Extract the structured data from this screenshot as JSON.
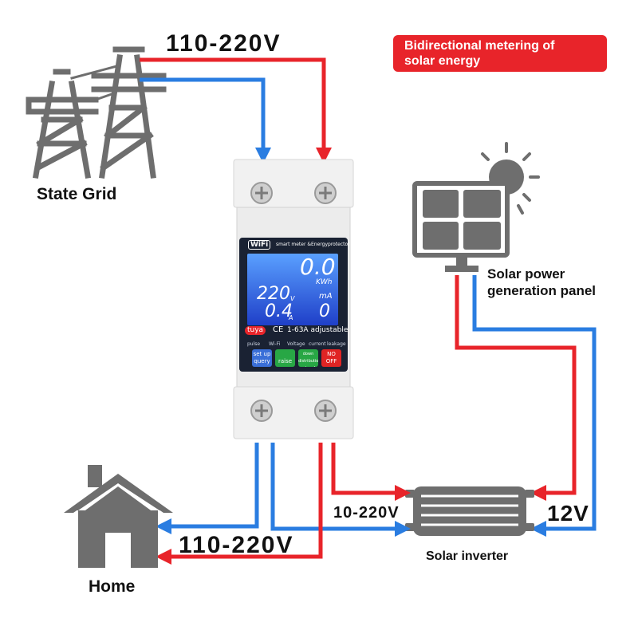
{
  "labels": {
    "grid_voltage": "110-220V",
    "state_grid": "State Grid",
    "solar_panel_line1": "Solar power",
    "solar_panel_line2": "generation panel",
    "inverter_voltage_out": "10-220V",
    "inverter_dc": "12V",
    "solar_inverter": "Solar inverter",
    "home_voltage": "110-220V",
    "home": "Home"
  },
  "banner": {
    "line1": "Bidirectional metering of",
    "line2": "solar energy"
  },
  "device": {
    "wifi": "WiFi",
    "subtitle": "smart meter &Energyprotector",
    "energy_value": "0.0",
    "energy_unit": "KWh",
    "voltage_value": "220",
    "voltage_unit": "V",
    "current_value": "0.4",
    "current_unit": "A",
    "leakage_unit": "mA",
    "leakage_value": "0",
    "brand": "tuya",
    "ce": "CE",
    "rating": "1-63A adjustable",
    "indicators": [
      "pulse",
      "Wi-Fi",
      "Voltage",
      "current",
      "leakage"
    ],
    "buttons": [
      {
        "top": "set up",
        "bottom": "query",
        "color": "#3a6fd8"
      },
      {
        "top": "",
        "bottom": "raise",
        "color": "#28a745"
      },
      {
        "top": "down",
        "bottom": "distribution network",
        "color": "#28a745"
      },
      {
        "top": "NO",
        "bottom": "OFF",
        "color": "#e02424"
      }
    ]
  },
  "colors": {
    "live_wire": "#e8242a",
    "neutral_wire": "#2a7de1",
    "icon_gray": "#6e6e6e",
    "device_body": "#f1f1f1",
    "lcd_blue": "#2c58e6"
  }
}
